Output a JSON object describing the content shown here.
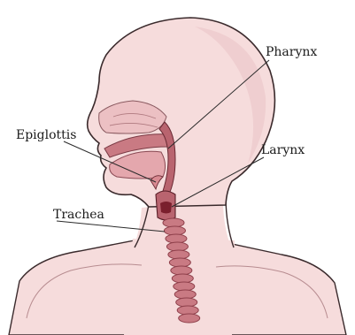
{
  "labels": {
    "pharynx": "Pharynx",
    "epiglottis": "Epiglottis",
    "larynx": "Larynx",
    "trachea": "Trachea"
  },
  "colors": {
    "skin": "#f6dcdc",
    "skin_shadow": "#e9bcbf",
    "outline": "#3a2a2c",
    "tissue": "#e4a7ad",
    "tract": "#b9646f",
    "ring": "#c97a83",
    "ring_dark": "#8e3f4a",
    "vocal": "#7a1f2d"
  }
}
